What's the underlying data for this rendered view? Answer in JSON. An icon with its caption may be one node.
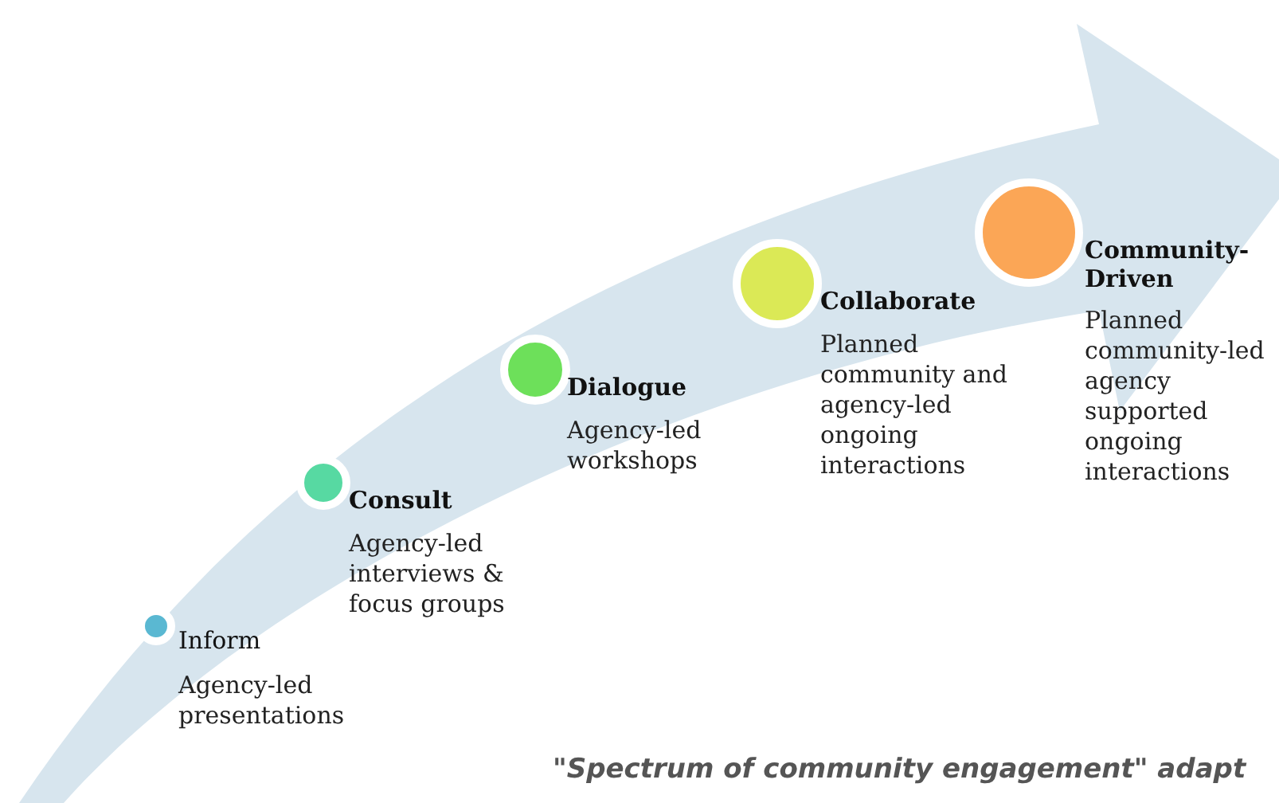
{
  "diagram": {
    "caption": "\"Spectrum of community engagement\" adapt",
    "nodes": [
      {
        "text": [
          "Inform",
          "Agency-led presentations"
        ]
      },
      {
        "text": [
          "Consult",
          "Agency-led interviews & focus groups"
        ]
      },
      {
        "text": [
          "Dialogue",
          "Agency-led workshops"
        ]
      },
      {
        "text": [
          "Collaborate",
          "Planned community and agency-led ongoing interactions"
        ]
      },
      {
        "text": [
          "Community-Driven",
          "Planned community-led agency supported ongoing interactions"
        ]
      }
    ],
    "edges": []
  }
}
